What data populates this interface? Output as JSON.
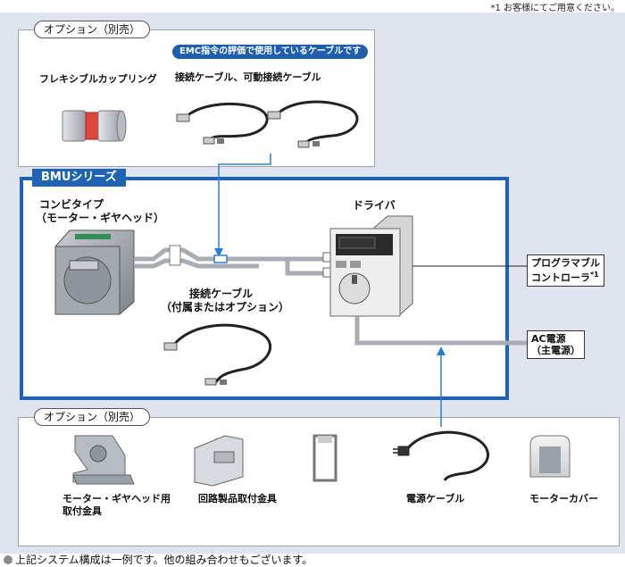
{
  "footnote_top": "*1 お客様にてご用意ください。",
  "top_option": {
    "pill": "オプション（別売）",
    "emc_badge": "EMC指令の評価で使用しているケーブルです",
    "coupling_label": "フレキシブルカップリング",
    "cable_label": "接続ケーブル、可動接続ケーブル"
  },
  "bmu": {
    "tag": "BMUシリーズ",
    "combi_line1": "コンビタイプ",
    "combi_line2": "（モーター・ギヤヘッド）",
    "driver_label": "ドライバ",
    "cable_line1": "接続ケーブル",
    "cable_line2": "（付属またはオプション）"
  },
  "side": {
    "plc_line1": "プログラマブル",
    "plc_line2": "コントローラ",
    "plc_mark": "*1",
    "ac_line1": "AC電源",
    "ac_line2": "（主電源）"
  },
  "bottom_option": {
    "pill": "オプション（別売）",
    "mount_line1": "モーター・ギヤヘッド用",
    "mount_line2": "取付金具",
    "circuit_mount": "回路製品取付金具",
    "power_cable": "電源ケーブル",
    "motor_cover": "モーターカバー"
  },
  "footer_note": "上記システム構成は一例です。他の組み合わせもございます。",
  "colors": {
    "accent": "#1f64b4",
    "band": "#dfe4ef",
    "connector": "#2a7fd4"
  }
}
